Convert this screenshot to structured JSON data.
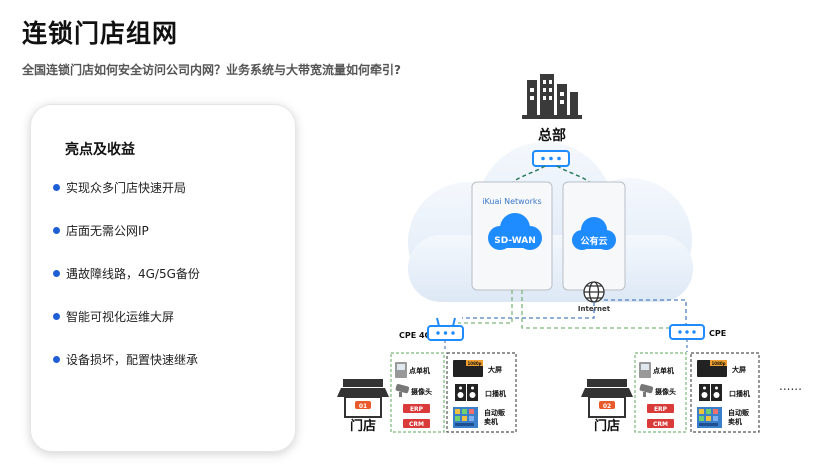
{
  "page": {
    "title": "连锁门店组网",
    "subtitle": "全国连锁门店如何安全访问公司内网？业务系统与大带宽流量如何牵引?"
  },
  "highlights": {
    "title": "亮点及收益",
    "items": [
      "实现众多门店快速开局",
      "店面无需公网IP",
      "遇故障线路，4G/5G备份",
      "智能可视化运维大屏",
      "设备损坏，配置快速继承"
    ]
  },
  "diagram": {
    "hq_label": "总部",
    "brand": "iKuai Networks",
    "sdwan": "SD-WAN",
    "public_cloud": "公有云",
    "internet": "Internet",
    "cpe_4g": "CPE 4G",
    "cpe": "CPE",
    "ellipsis": "......",
    "stores": [
      {
        "number": "01",
        "label": "门店"
      },
      {
        "number": "02",
        "label": "门店"
      }
    ],
    "left_devices": [
      "点单机",
      "摄像头"
    ],
    "tags": [
      "ERP",
      "CRM"
    ],
    "right_devices": [
      "大屏",
      "口播机",
      "自动贩\n卖机"
    ],
    "screen_badge": "1080p",
    "colors": {
      "accent_blue": "#1e8bff",
      "tag_red": "#d93b3b",
      "dash_green": "#7cb77a",
      "dash_blue": "#4f7fbf"
    }
  }
}
